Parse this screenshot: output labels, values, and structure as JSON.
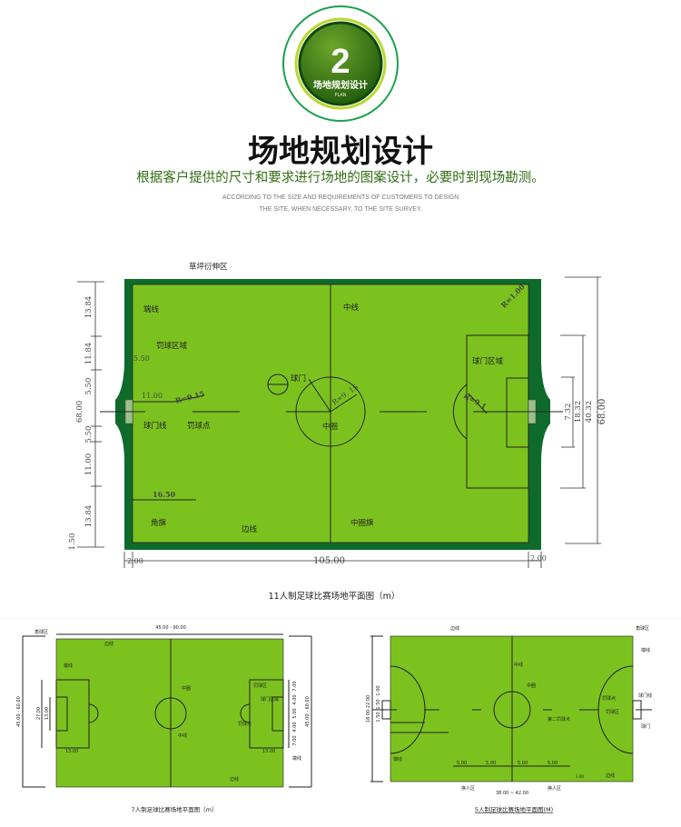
{
  "badge": {
    "number": "2",
    "title": "场地规划设计",
    "subtitle": "PLAN"
  },
  "header": {
    "title": "场地规划设计",
    "description": "根据客户提供的尺寸和要求进行场地的图案设计，必要时到现场勘测。",
    "english_line1": "ACCORDING TO THE SIZE AND REQUIREMENTS OF CUSTOMERS TO DESIGN",
    "english_line2": "THE SITE, WHEN NECESSARY, TO THE SITE SURVEY."
  },
  "colors": {
    "field": "#7cc21e",
    "border": "#0f6b2c",
    "brand": "#2f6e12"
  },
  "eleven": {
    "caption": "11人制足球比赛场地平面图（m）",
    "labels": {
      "extension": "草坪衍伸区",
      "end_line": "端线",
      "penalty_area": "罚球区域",
      "goal": "球门",
      "goal_line": "球门线",
      "penalty_spot": "罚球点",
      "center_line": "中线",
      "center_circle": "中圈",
      "goal_area": "球门区域",
      "corner_flag": "角旗",
      "side_line": "边线",
      "center_flag": "中圈旗"
    },
    "dims": {
      "r_corner": "R=1.00",
      "r_penalty_left": "R=9.15",
      "r_center": "R=9. 15",
      "r_penalty_right": "R=9.1",
      "d550a": "5.50",
      "d1100a": "11.00",
      "d1650": "16.50",
      "length": "105.00",
      "margin_left": "2.00",
      "margin_right": "2.00",
      "left_width": "68.00",
      "left_segments": [
        "13.84",
        "11.84",
        "5.50",
        "5.50",
        "11.00",
        "13.84"
      ],
      "left_bottom": "1.50",
      "right_segments": [
        "7.32",
        "18.32",
        "40.32",
        "68.00"
      ]
    }
  },
  "seven": {
    "caption": "7人制足球比赛场地平面图（m）",
    "labels": {
      "corner_area": "角球区",
      "side_line_top": "边线",
      "end_line_left": "端线",
      "center_circle": "中圈",
      "center_line": "中线",
      "penalty_area": "罚球区",
      "goal_area": "球门区域",
      "penalty_spot": "罚球点",
      "end_line_right": "端线",
      "side_line_bottom": "边线"
    },
    "dims": {
      "length": "45.00 - 90.00",
      "width_left": "45.00 - 60.00",
      "width_right": "45.00 - 60.00",
      "d27": "27.00",
      "d13v": "13.00",
      "d13_left": "13.00",
      "d13_right": "13.00",
      "right_segments": [
        "7.00",
        "4.00",
        "5.00",
        "4.00",
        "7.00"
      ]
    }
  },
  "five": {
    "caption": "5人制足球比赛场地平面图(M)",
    "labels": {
      "side_line_top": "边线",
      "corner_area": "角球区",
      "end_line_right": "端线",
      "center_line": "中线",
      "center_circle": "中圈",
      "penalty_spot": "罚球点",
      "goal_line": "球门线",
      "penalty_area": "罚球区",
      "second_penalty_spot": "第二罚球点",
      "goal": "球门",
      "end_line_left": "端线",
      "side_line_bottom": "边线",
      "sub_left": "换人区",
      "sub_right": "换人区"
    },
    "dims": {
      "width": "18.00-22.00",
      "length": "38.00 ~ 42.00",
      "segments": [
        "5.00",
        "5.00",
        "5.00",
        "5.00"
      ],
      "goal_dims": [
        "1.00",
        "1.50",
        "1.50"
      ],
      "small": "3.00"
    }
  }
}
